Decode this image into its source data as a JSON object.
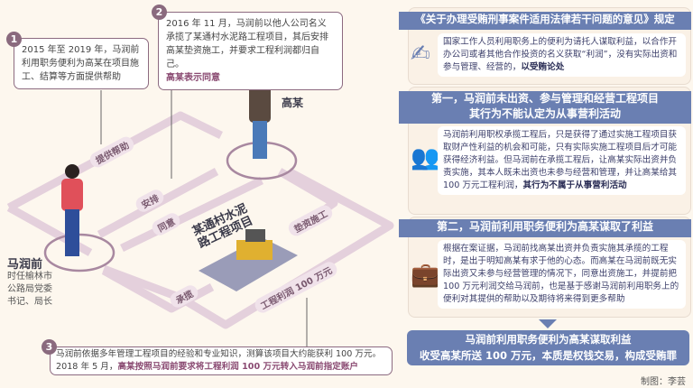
{
  "notes": [
    {
      "num": "1",
      "text": "2015 年至 2019 年，马润前利用职务便利为高某在项目施工、结算等方面提供帮助"
    },
    {
      "num": "2",
      "text": "2016 年 11 月，马润前以他人公司名义承揽了某通村水泥路工程项目，其后安排高某垫资施工，并要求工程利润都归自己。",
      "highlight": "高某表示同意"
    },
    {
      "num": "3",
      "text": "马润前依据多年管理工程项目的经验和专业知识，测算该项目大约能获利 100 万元。2018 年 5 月，",
      "highlight": "高某按照马润前要求将工程利润 100 万元转入马润前指定账户"
    }
  ],
  "people": {
    "ma": {
      "name": "马润前",
      "title": "时任榆林市公路局党委书记、局长"
    },
    "gao": {
      "name": "高某"
    }
  },
  "project": "某通村水泥路工程项目",
  "flow_labels": {
    "help": "提供帮助",
    "arrange": "安排",
    "agree": "同意",
    "advance": "垫资施工",
    "contract": "承揽",
    "profit": "工程利润 100 万元"
  },
  "panel": {
    "rule_title": "《关于办理受贿刑事案件适用法律若干问题的意见》规定",
    "rule_text": "国家工作人员利用职务上的便利为请托人谋取利益，以合作开办公司或者其他合作投资的名义获取“利润”，没有实际出资和参与管理、经营的，",
    "rule_bold": "以受贿论处",
    "s1_title_1": "第一，马润前未出资、参与管理和经营工程项目",
    "s1_title_2": "其行为不能认定为从事营利活动",
    "s1_text": "马润前利用职权承揽工程后，只是获得了通过实施工程项目获取财产性利益的机会和可能，只有实际实施工程项目后才可能获得经济利益。但马润前在承揽工程后，让高某实际出资并负责实施，其本人既未出资也未参与经营和管理，并让高某给其 100 万元工程利润，",
    "s1_bold": "其行为不属于从事营利活动",
    "s2_title": "第二，马润前利用职务便利为高某谋取了利益",
    "s2_text": "根据在案证据，马润前找高某出资并负责实施其承揽的工程时，是出于明知高某有求于他的心态。而高某在马润前既无实际出资又未参与经营管理的情况下，同意出资施工，并提前把 100 万元利润交给马润前，也是基于感谢马润前利用职务上的便利对其提供的帮助以及期待将来得到更多帮助",
    "conclusion_1": "马润前利用职务便利为高某谋取利益",
    "conclusion_2": "收受高某所送 100 万元，本质是权钱交易，构成受贿罪"
  },
  "credit": "制图：李芸"
}
